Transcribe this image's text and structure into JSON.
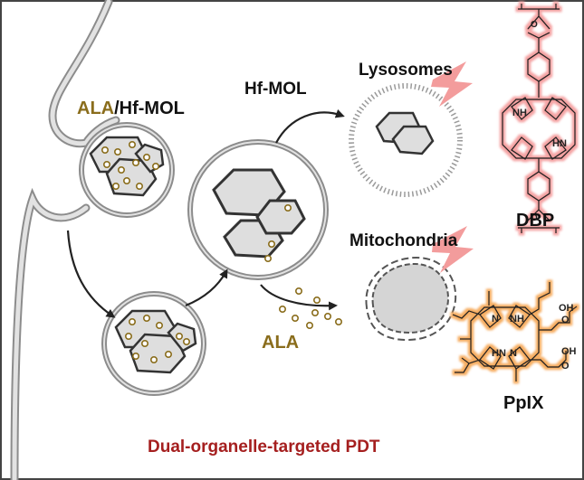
{
  "labels": {
    "ala_prefix": "ALA",
    "hf_mol_suffix": "/Hf-MOL",
    "hf_mol": "Hf-MOL",
    "lysosomes": "Lysosomes",
    "mitochondria": "Mitochondria",
    "ala": "ALA",
    "dbp": "DBP",
    "ppix": "PpIX",
    "footer": "Dual-organelle-targeted PDT"
  },
  "chem": {
    "nh": "NH",
    "hn": "HN",
    "n": "N",
    "oh": "OH",
    "o": "O"
  },
  "colors": {
    "ala_gold": "#8a6d1c",
    "footer_red": "#a51f1f",
    "dbp_glow": "#f4b0b0",
    "ppix_glow": "#f6b46a",
    "lightning": "#f39090",
    "border": "#333333"
  }
}
